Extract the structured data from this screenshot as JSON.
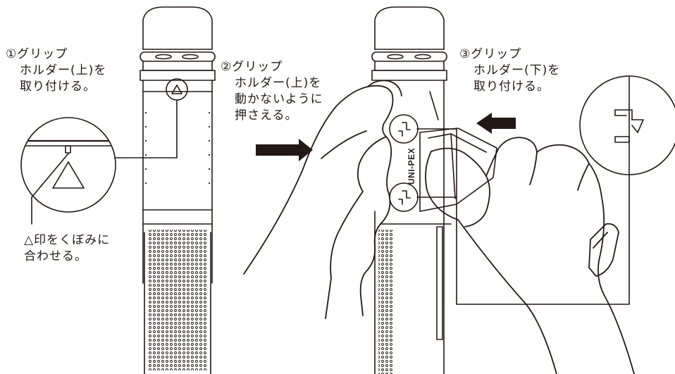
{
  "steps": [
    {
      "lines": [
        "①グリップ",
        "ホルダー(上)を",
        "取り付ける。"
      ]
    },
    {
      "lines": [
        "②グリップ",
        "ホルダー(上)を",
        "動かないように",
        "押さえる。"
      ]
    },
    {
      "lines": [
        "③グリップ",
        "ホルダー(下)を",
        "取り付ける。"
      ]
    }
  ],
  "note": {
    "lines": [
      "△印をくぼみに",
      "合わせる。"
    ]
  },
  "brand_text": "UNI-PEX",
  "colors": {
    "line": "#231815",
    "background": "#ffffff"
  }
}
